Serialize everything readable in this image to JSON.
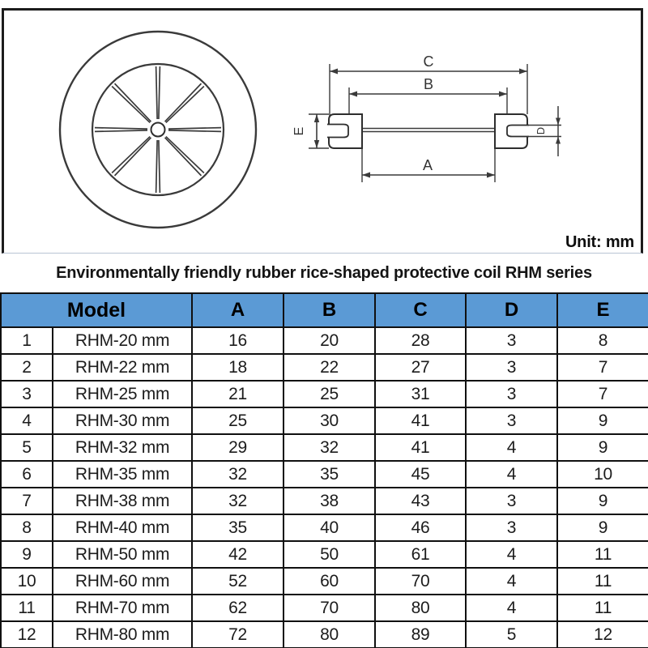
{
  "unit_label": "Unit: mm",
  "title": "Environmentally friendly rubber rice-shaped protective coil RHM series",
  "drawing": {
    "front_view": "grommet-front-view-8-slits",
    "section_view": "grommet-cross-section",
    "labels": {
      "A": "A",
      "B": "B",
      "C": "C",
      "D": "D",
      "E": "E"
    }
  },
  "colors": {
    "header_blue": "#5b9ad5",
    "line_dark": "#3a3a3a",
    "table_border": "#101010"
  },
  "table": {
    "model_header": "Model",
    "dim_headers": [
      "A",
      "B",
      "C",
      "D",
      "E"
    ],
    "rows": [
      {
        "no": "1",
        "model": "RHM-20 mm",
        "values": [
          "16",
          "20",
          "28",
          "3",
          "8"
        ]
      },
      {
        "no": "2",
        "model": "RHM-22 mm",
        "values": [
          "18",
          "22",
          "27",
          "3",
          "7"
        ]
      },
      {
        "no": "3",
        "model": "RHM-25 mm",
        "values": [
          "21",
          "25",
          "31",
          "3",
          "7"
        ]
      },
      {
        "no": "4",
        "model": "RHM-30 mm",
        "values": [
          "25",
          "30",
          "41",
          "3",
          "9"
        ]
      },
      {
        "no": "5",
        "model": "RHM-32 mm",
        "values": [
          "29",
          "32",
          "41",
          "4",
          "9"
        ]
      },
      {
        "no": "6",
        "model": "RHM-35 mm",
        "values": [
          "32",
          "35",
          "45",
          "4",
          "10"
        ]
      },
      {
        "no": "7",
        "model": "RHM-38 mm",
        "values": [
          "32",
          "38",
          "43",
          "3",
          "9"
        ]
      },
      {
        "no": "8",
        "model": "RHM-40 mm",
        "values": [
          "35",
          "40",
          "46",
          "3",
          "9"
        ]
      },
      {
        "no": "9",
        "model": "RHM-50 mm",
        "values": [
          "42",
          "50",
          "61",
          "4",
          "11"
        ]
      },
      {
        "no": "10",
        "model": "RHM-60 mm",
        "values": [
          "52",
          "60",
          "70",
          "4",
          "11"
        ]
      },
      {
        "no": "11",
        "model": "RHM-70 mm",
        "values": [
          "62",
          "70",
          "80",
          "4",
          "11"
        ]
      },
      {
        "no": "12",
        "model": "RHM-80 mm",
        "values": [
          "72",
          "80",
          "89",
          "5",
          "12"
        ]
      }
    ]
  }
}
